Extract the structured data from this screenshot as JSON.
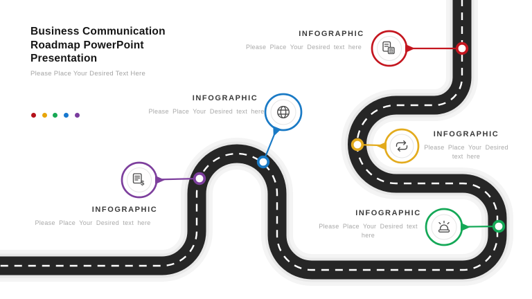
{
  "slide": {
    "title": "Business Communication\nRoadmap PowerPoint\nPresentation",
    "subtitle": "Please Place Your Desired Text Here"
  },
  "decor_dots": [
    "#b5121b",
    "#e8a50a",
    "#17a854",
    "#1778cf",
    "#7a3c9e"
  ],
  "road": {
    "asphalt": "#262626",
    "dash": "#ffffff",
    "casing": "#e9e9e9",
    "halo": "#f4f4f4"
  },
  "markers": [
    {
      "name": "documents",
      "label": "INFOGRAPHIC",
      "text": "Please Place Your Desired  text here",
      "color": "#c4161f"
    },
    {
      "name": "globe",
      "label": "INFOGRAPHIC",
      "text": "Please Place Your Desired  text here",
      "color": "#1a7ac5"
    },
    {
      "name": "repeat",
      "label": "INFOGRAPHIC",
      "text": "Please Place Your Desired text here",
      "color": "#e3ab1d"
    },
    {
      "name": "invoice",
      "label": "INFOGRAPHIC",
      "text": "Please Place Your Desired  text here",
      "color": "#7d3f9d"
    },
    {
      "name": "alert",
      "label": "INFOGRAPHIC",
      "text": "Please Place Your Desired  text here",
      "color": "#14a857"
    }
  ]
}
